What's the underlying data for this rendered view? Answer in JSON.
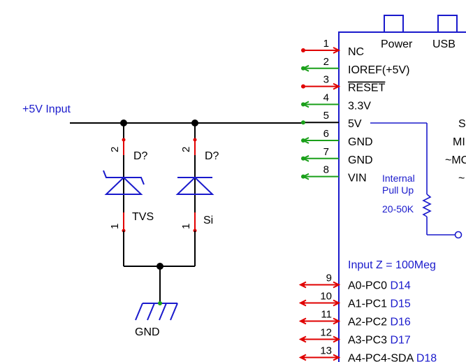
{
  "net_labels": {
    "input": "+5V Input",
    "ground": "GND"
  },
  "diodes": [
    {
      "reference": "D?",
      "value": "TVS",
      "anode_pin": "1",
      "cathode_pin": "2",
      "kind": "zener"
    },
    {
      "reference": "D?",
      "value": "Si",
      "anode_pin": "1",
      "cathode_pin": "2",
      "kind": "standard"
    }
  ],
  "header": {
    "top_labels": [
      "Power",
      "USB"
    ],
    "pins": [
      {
        "number": "1",
        "label": "NC",
        "direction": "input",
        "overline": false
      },
      {
        "number": "2",
        "label": "IOREF(+5V)",
        "direction": "output",
        "overline": false
      },
      {
        "number": "3",
        "label": "RESET",
        "direction": "input",
        "overline": true
      },
      {
        "number": "4",
        "label": "3.3V",
        "direction": "output",
        "overline": false
      },
      {
        "number": "5",
        "label": "5V",
        "direction": "passive",
        "overline": false
      },
      {
        "number": "6",
        "label": "GND",
        "direction": "output",
        "overline": false
      },
      {
        "number": "7",
        "label": "GND",
        "direction": "output",
        "overline": false
      },
      {
        "number": "8",
        "label": "VIN",
        "direction": "output",
        "overline": false
      }
    ],
    "analog_pins": [
      {
        "number": "9",
        "label": "A0-PC0",
        "alt": "D14"
      },
      {
        "number": "10",
        "label": "A1-PC1",
        "alt": "D15"
      },
      {
        "number": "11",
        "label": "A2-PC2",
        "alt": "D16"
      },
      {
        "number": "12",
        "label": "A3-PC3",
        "alt": "D17"
      },
      {
        "number": "13",
        "label": "A4-PC4-SDA",
        "alt": "D18"
      }
    ],
    "pullup_note": [
      "Internal",
      "Pull Up"
    ],
    "pullup_value": "20-50K",
    "input_impedance": "Input Z = 100Meg",
    "clipped_right": [
      "S",
      "MI",
      "~MC",
      "~"
    ]
  },
  "colors": {
    "wire": "#000000",
    "blue_text": "#1a1acc",
    "pin_red": "#e00000",
    "pin_green": "#1aa01a",
    "junction": "#000000"
  }
}
